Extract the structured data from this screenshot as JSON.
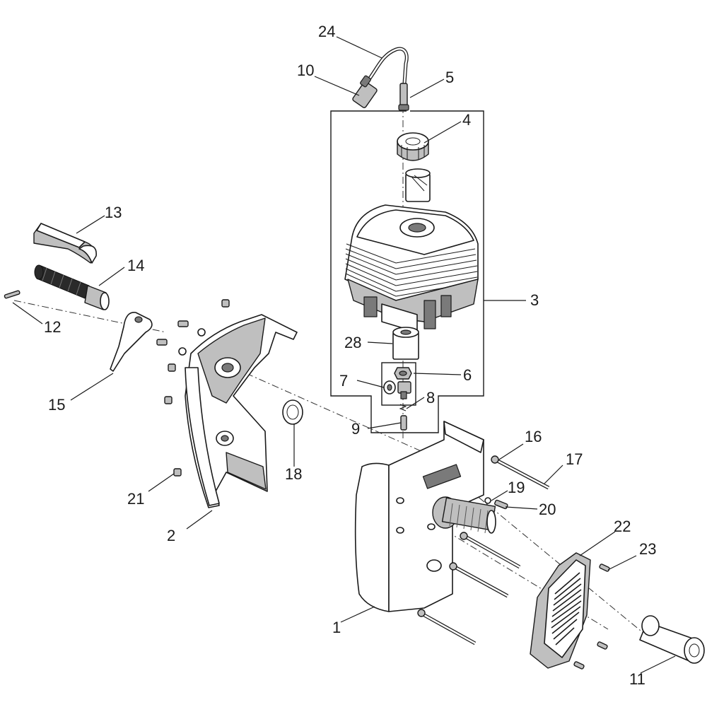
{
  "callouts": [
    {
      "id": "c1",
      "label": "1"
    },
    {
      "id": "c2",
      "label": "2"
    },
    {
      "id": "c3",
      "label": "3"
    },
    {
      "id": "c4",
      "label": "4"
    },
    {
      "id": "c5",
      "label": "5"
    },
    {
      "id": "c6",
      "label": "6"
    },
    {
      "id": "c7",
      "label": "7"
    },
    {
      "id": "c8",
      "label": "8"
    },
    {
      "id": "c9",
      "label": "9"
    },
    {
      "id": "c10",
      "label": "10"
    },
    {
      "id": "c11",
      "label": "11"
    },
    {
      "id": "c12",
      "label": "12"
    },
    {
      "id": "c13",
      "label": "13"
    },
    {
      "id": "c14",
      "label": "14"
    },
    {
      "id": "c15",
      "label": "15"
    },
    {
      "id": "c16",
      "label": "16"
    },
    {
      "id": "c17",
      "label": "17"
    },
    {
      "id": "c18",
      "label": "18"
    },
    {
      "id": "c19",
      "label": "19"
    },
    {
      "id": "c20",
      "label": "20"
    },
    {
      "id": "c21",
      "label": "21"
    },
    {
      "id": "c22",
      "label": "22"
    },
    {
      "id": "c23",
      "label": "23"
    },
    {
      "id": "c24",
      "label": "24"
    },
    {
      "id": "c28",
      "label": "28"
    }
  ],
  "colors": {
    "line": "#1a1a1a",
    "fill_light": "#bfbfbf",
    "fill_mid": "#7a7a7a",
    "fill_dark": "#2a2a2a",
    "background": "#ffffff"
  }
}
